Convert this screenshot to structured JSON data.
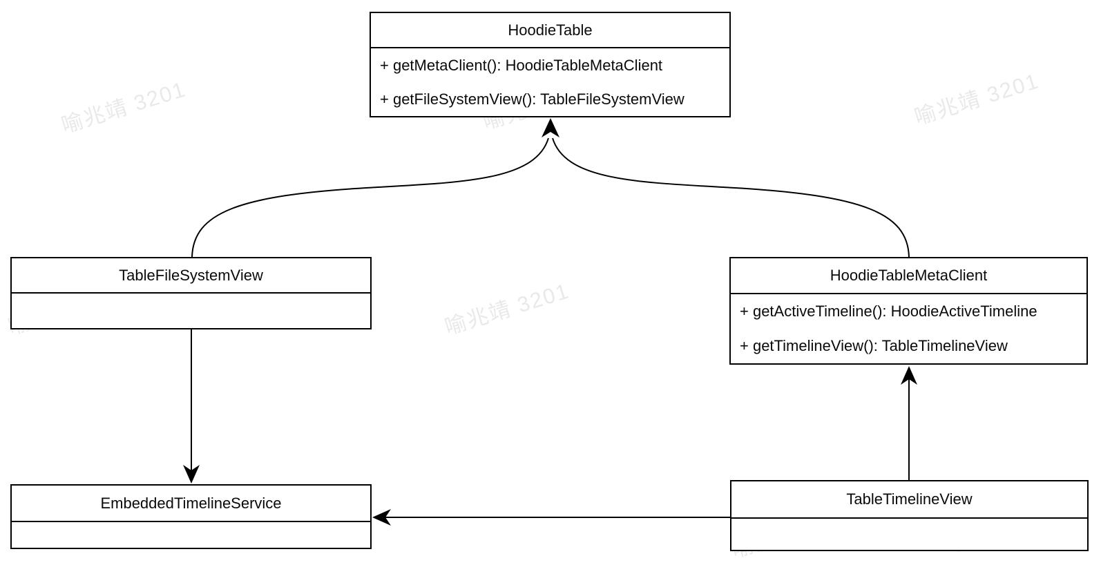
{
  "diagram": {
    "kind": "uml-class-diagram",
    "classes": {
      "hoodie_table": {
        "name": "HoodieTable",
        "methods": [
          "+ getMetaClient(): HoodieTableMetaClient",
          "+ getFileSystemView(): TableFileSystemView"
        ]
      },
      "table_file_system_view": {
        "name": "TableFileSystemView",
        "methods": []
      },
      "hoodie_table_meta_client": {
        "name": "HoodieTableMetaClient",
        "methods": [
          "+ getActiveTimeline(): HoodieActiveTimeline",
          "+ getTimelineView(): TableTimelineView"
        ]
      },
      "embedded_timeline_service": {
        "name": "EmbeddedTimelineService",
        "methods": []
      },
      "table_timeline_view": {
        "name": "TableTimelineView",
        "methods": []
      }
    },
    "relations": [
      {
        "from": "TableFileSystemView",
        "to": "HoodieTable",
        "arrow": "filled",
        "shape": "curved"
      },
      {
        "from": "HoodieTableMetaClient",
        "to": "HoodieTable",
        "arrow": "filled",
        "shape": "curved"
      },
      {
        "from": "TableFileSystemView",
        "to": "EmbeddedTimelineService",
        "arrow": "filled",
        "shape": "straight-vertical"
      },
      {
        "from": "TableTimelineView",
        "to": "HoodieTableMetaClient",
        "arrow": "filled",
        "shape": "straight-vertical"
      },
      {
        "from": "TableTimelineView",
        "to": "EmbeddedTimelineService",
        "arrow": "filled",
        "shape": "straight-horizontal"
      }
    ],
    "watermark": {
      "text": "喻兆靖 3201"
    },
    "colors": {
      "line": "#000000",
      "background": "#ffffff",
      "text": "#0a0a0a"
    }
  }
}
